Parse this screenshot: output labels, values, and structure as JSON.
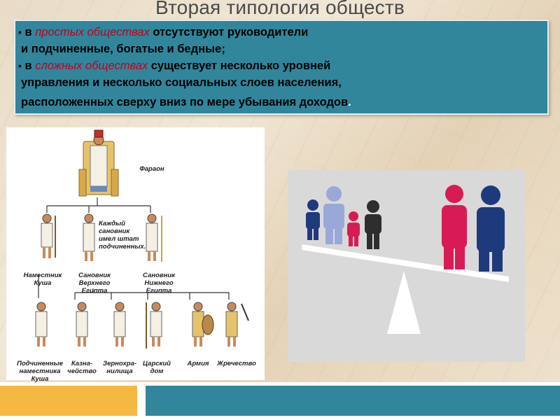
{
  "title": "Вторая типология обществ",
  "bullets": {
    "b1_em": "простых обществах",
    "b1_pre": " в ",
    "b1_post": " отсутствуют руководители",
    "b1_line2": "и подчиненные, богатые и бедные;",
    "b2_pre": " в ",
    "b2_em": "сложных обществах",
    "b2_post": " существует несколько уровней",
    "b2_line2": "управления и несколько социальных слоев населения,",
    "b2_line3": "расположенных сверху вниз по мере убывания доходов",
    "b2_end": "."
  },
  "pyramid": {
    "pharaoh": "Фараон",
    "note": "Каждый сановник имел штат подчиненных.",
    "level2": [
      "Наместник Куша",
      "Сановник Верхнего Египта",
      "Сановник Нижнего Египта"
    ],
    "level3": [
      "Подчиненные наместника Куша",
      "Казна-чейство",
      "Зернохра-нилища",
      "Царский дом",
      "Армия",
      "Жречество"
    ]
  },
  "colors": {
    "teal": "#31869b",
    "orange": "#f5b942",
    "red_em": "#c0001f",
    "navy": "#1f3a7a",
    "lavender": "#9aa8d8",
    "crimson": "#d81b55",
    "dark": "#2e2e2e"
  }
}
